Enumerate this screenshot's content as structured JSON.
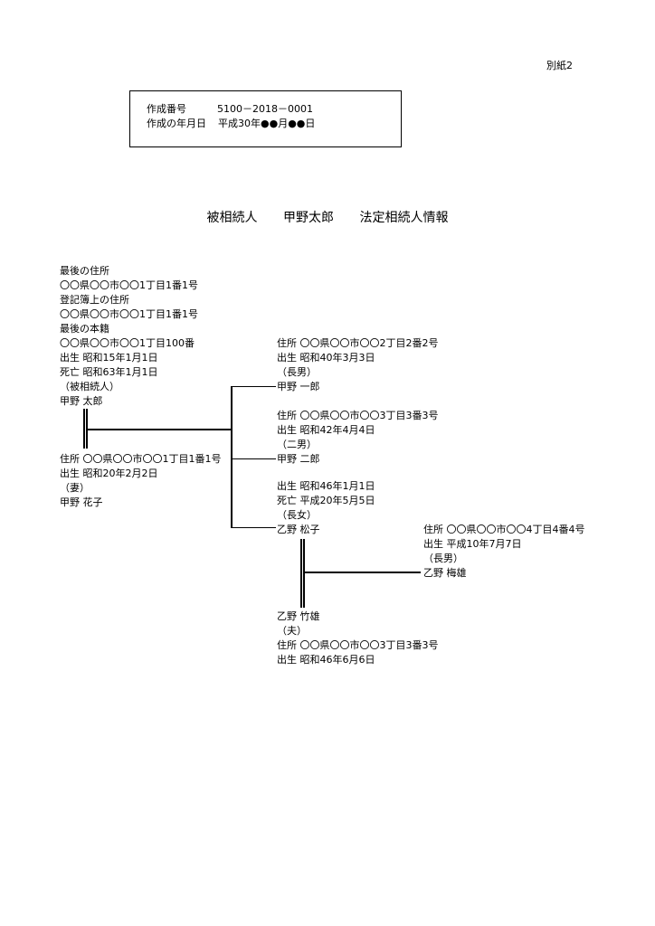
{
  "page_label": "別紙2",
  "header_box": {
    "number_label": "作成番号",
    "number_value": "5100－2018－0001",
    "date_label": "作成の年月日",
    "date_value": "平成30年●●月●●日"
  },
  "title": {
    "part1": "被相続人",
    "part2": "甲野太郎",
    "part3": "法定相続人情報"
  },
  "decedent": [
    "最後の住所",
    "〇〇県〇〇市〇〇1丁目1番1号",
    "登記簿上の住所",
    "〇〇県〇〇市〇〇1丁目1番1号",
    "最後の本籍",
    "〇〇県〇〇市〇〇1丁目100番",
    "出生 昭和15年1月1日",
    "死亡 昭和63年1月1日",
    "（被相続人）",
    "甲野 太郎"
  ],
  "spouse": [
    "住所 〇〇県〇〇市〇〇1丁目1番1号",
    "出生 昭和20年2月2日",
    "（妻）",
    "甲野 花子"
  ],
  "child1": [
    "住所 〇〇県〇〇市〇〇2丁目2番2号",
    "出生 昭和40年3月3日",
    "（長男）",
    "甲野 一郎"
  ],
  "child2": [
    "住所 〇〇県〇〇市〇〇3丁目3番3号",
    "出生 昭和42年4月4日",
    "（二男）",
    "甲野 二郎"
  ],
  "child3": [
    "出生 昭和46年1月1日",
    "死亡 平成20年5月5日",
    "（長女）",
    "乙野 松子"
  ],
  "grandchild": [
    "住所 〇〇県〇〇市〇〇4丁目4番4号",
    "出生 平成10年7月7日",
    "（長男）",
    "乙野 梅雄"
  ],
  "child3_spouse": [
    "乙野 竹雄",
    "（夫）",
    "住所 〇〇県〇〇市〇〇3丁目3番3号",
    "出生 昭和46年6月6日"
  ]
}
